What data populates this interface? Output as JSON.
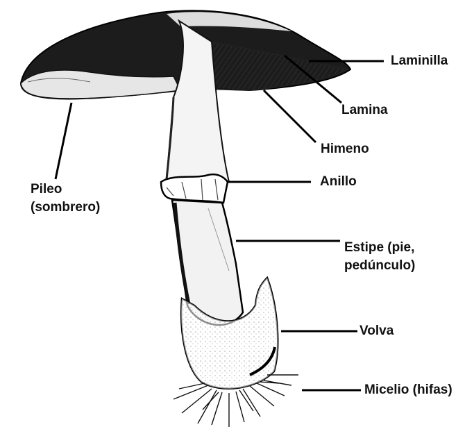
{
  "diagram": {
    "labels": {
      "laminilla": "Laminilla",
      "lamina": "Lamina",
      "himeno": "Himeno",
      "anillo": "Anillo",
      "estipe_line1": "Estipe (pie,",
      "estipe_line2": "pedúnculo)",
      "volva": "Volva",
      "micelio": "Micelio (hifas)",
      "pileo_line1": "Pileo",
      "pileo_line2": "(sombrero)"
    }
  }
}
